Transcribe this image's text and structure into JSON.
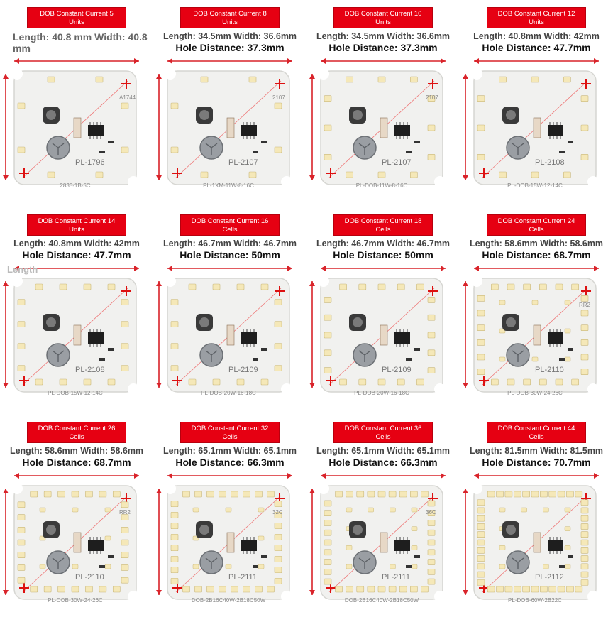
{
  "products": [
    {
      "title": "DOB Constant Current 5",
      "unit": "Units",
      "line1": "Length: 40.8 mm  Width: 40.8 mm",
      "line2": "",
      "part": "PL-1796",
      "code": "2835-1B-5C",
      "side": "A1744"
    },
    {
      "title": "DOB Constant Current 8",
      "unit": "Units",
      "line1": "Length: 34.5mm Width: 36.6mm",
      "line2": "Hole Distance: 37.3mm",
      "part": "PL-2107",
      "code": "PL-1XM-11W-8-16C",
      "side": "2107"
    },
    {
      "title": "DOB Constant Current 10",
      "unit": "Units",
      "line1": "Length: 34.5mm Width: 36.6mm",
      "line2": "Hole Distance: 37.3mm",
      "part": "PL-2107",
      "code": "PL-DOB-11W-8-16C",
      "side": "2107"
    },
    {
      "title": "DOB Constant Current 12",
      "unit": "Units",
      "line1": "Length: 40.8mm Width: 42mm",
      "line2": "Hole Distance: 47.7mm",
      "part": "PL-2108",
      "code": "PL-DOB-15W-12-14C",
      "side": ""
    },
    {
      "title": "DOB Constant Current 14",
      "unit": "Units",
      "line1": "Length: 40.8mm Width: 42mm",
      "line2": "Hole Distance: 47.7mm",
      "part": "PL-2108",
      "code": "PL-DOB-15W-12-14C",
      "side": ""
    },
    {
      "title": "DOB Constant Current 16",
      "unit": "Cells",
      "line1": "Length: 46.7mm Width: 46.7mm",
      "line2": "Hole Distance: 50mm",
      "part": "PL-2109",
      "code": "PL-DOB-20W-16-18C",
      "side": ""
    },
    {
      "title": "DOB Constant Current 18",
      "unit": "Cells",
      "line1": "Length: 46.7mm Width: 46.7mm",
      "line2": "Hole Distance: 50mm",
      "part": "PL-2109",
      "code": "PL-DOB-20W-16-18C",
      "side": ""
    },
    {
      "title": "DOB Constant Current 24",
      "unit": "Cells",
      "line1": "Length: 58.6mm Width: 58.6mm",
      "line2": "Hole Distance: 68.7mm",
      "part": "PL-2110",
      "code": "PL-DOB-30W-24-26C",
      "side": "RR2"
    },
    {
      "title": "DOB Constant Current 26",
      "unit": "Cells",
      "line1": "Length: 58.6mm Width: 58.6mm",
      "line2": "Hole Distance: 68.7mm",
      "part": "PL-2110",
      "code": "PL-DOB-30W-24-26C",
      "side": "RR2"
    },
    {
      "title": "DOB Constant Current 32",
      "unit": "Cells",
      "line1": "Length: 65.1mm Width: 65.1mm",
      "line2": "Hole Distance: 66.3mm",
      "part": "PL-2111",
      "code": "DOB-2B16C40W-2B18C50W",
      "side": "32C"
    },
    {
      "title": "DOB Constant Current 36",
      "unit": "Cells",
      "line1": "Length: 65.1mm Width: 65.1mm",
      "line2": "Hole Distance: 66.3mm",
      "part": "PL-2111",
      "code": "DOB-2B16C40W-2B18C50W",
      "side": "36C"
    },
    {
      "title": "DOB Constant Current 44",
      "unit": "Cells",
      "line1": "Length: 81.5mm Width: 81.5mm",
      "line2": "Hole Distance: 70.7mm",
      "part": "PL-2112",
      "code": "PL-DOB-60W-2B22C",
      "side": ""
    }
  ],
  "ghost_label": "Length",
  "colors": {
    "badge": "#e60012",
    "board": "#f2f2f0",
    "led": "#f5e8b8",
    "arrow": "#d9232a"
  }
}
